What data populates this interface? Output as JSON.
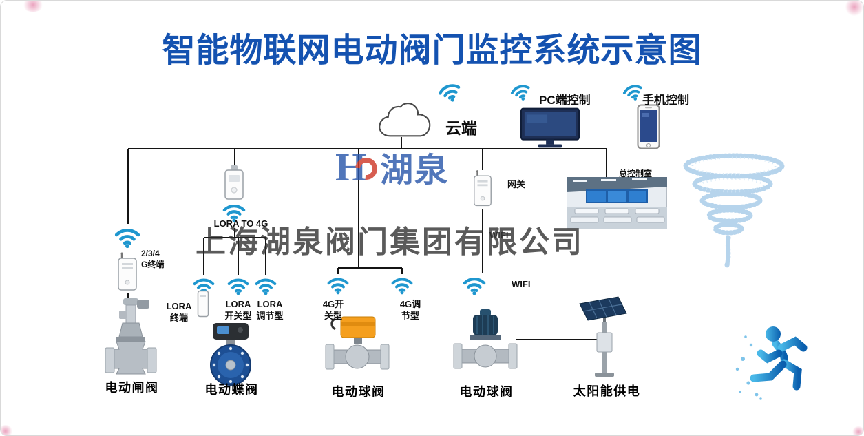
{
  "title": "智能物联网电动阀门监控系统示意图",
  "watermark": {
    "logo_h": "H",
    "logo_text": "湖泉",
    "company": "上海湖泉阀门集团有限公司"
  },
  "top": {
    "cloud_label": "云端",
    "pc_label": "PC端控制",
    "phone_label": "手机控制"
  },
  "network": {
    "g234_terminal": "2/3/4\nG终端",
    "lora_to_4g": "LORA TO 4G",
    "lora_terminal": "LORA\n终端",
    "lora_switch": "LORA\n开关型",
    "lora_adjust": "LORA\n调节型",
    "g4_switch": "4G开\n关型",
    "g4_adjust": "4G调\n节型",
    "gateway": "网关",
    "wifi_upper": "WIFI",
    "wifi_lower": "WIFI",
    "control_room": "总控制室"
  },
  "devices": [
    {
      "label": "电动闸阀"
    },
    {
      "label": "电动蝶阀"
    },
    {
      "label": "电动球阀"
    },
    {
      "label": "电动球阀"
    },
    {
      "label": "太阳能供电"
    }
  ],
  "colors": {
    "title_blue": "#1452b0",
    "wifi_blue": "#1f97cf",
    "line_color": "#141414",
    "watermark_blue": "#2b58ab",
    "watermark_red": "#cf3a2a"
  }
}
